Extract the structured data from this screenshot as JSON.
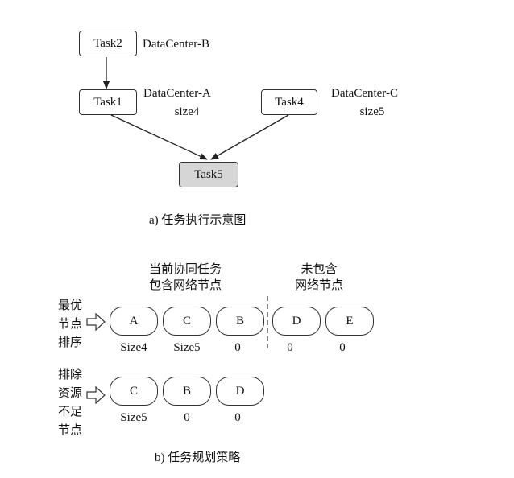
{
  "part_a": {
    "tasks": {
      "task2": "Task2",
      "task1": "Task1",
      "task4": "Task4",
      "task5": "Task5"
    },
    "labels": {
      "task2_dc": "DataCenter-B",
      "task1_dc": "DataCenter-A",
      "task1_size": "size4",
      "task4_dc": "DataCenter-C",
      "task4_size": "size5"
    },
    "caption": "a) 任务执行示意图"
  },
  "part_b": {
    "group1_header": [
      "当前协同任务",
      "包含网络节点"
    ],
    "group2_header": [
      "未包含",
      "网络节点"
    ],
    "row1": {
      "label": [
        "最优",
        "节点",
        "排序"
      ],
      "nodes": [
        "A",
        "C",
        "B",
        "D",
        "E"
      ],
      "sizes": [
        "Size4",
        "Size5",
        "0",
        "0",
        "0"
      ]
    },
    "row2": {
      "label": [
        "排除",
        "资源",
        "不足",
        "节点"
      ],
      "nodes": [
        "C",
        "B",
        "D"
      ],
      "sizes": [
        "Size5",
        "0",
        "0"
      ]
    },
    "caption": "b) 任务规划策略"
  }
}
